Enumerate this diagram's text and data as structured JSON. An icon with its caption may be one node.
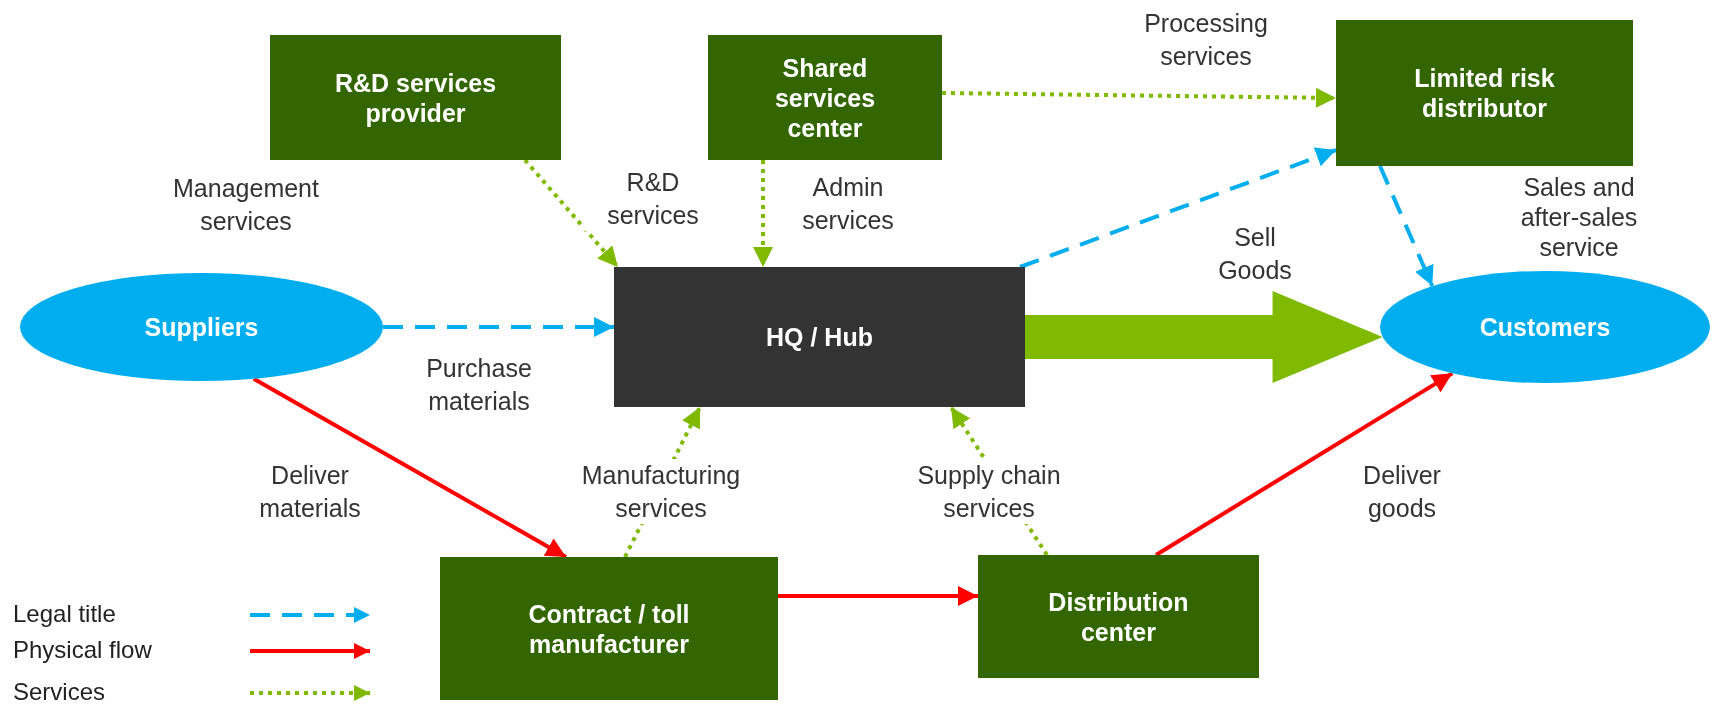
{
  "diagram": {
    "nodes": [
      {
        "text": [
          "R&D services provider"
        ]
      },
      {
        "text": [
          "Shared services center"
        ]
      },
      {
        "text": [
          "Limited risk distributor"
        ]
      },
      {
        "text": [
          "Suppliers"
        ]
      },
      {
        "text": [
          "HQ / Hub"
        ]
      },
      {
        "text": [
          "Customers"
        ]
      },
      {
        "text": [
          "Contract / toll manufacturer"
        ]
      },
      {
        "text": [
          "Distribution center"
        ]
      }
    ],
    "edges": [
      {
        "from": 0,
        "to": 4,
        "arrow": "to",
        "label": "R&D services",
        "style": "dashed"
      },
      {
        "from": 1,
        "to": 4,
        "arrow": "to",
        "label": "Admin services",
        "style": "dashed"
      },
      {
        "from": 1,
        "to": 2,
        "arrow": "to",
        "label": "Processing services",
        "style": "dashed"
      },
      {
        "from": 4,
        "to": 2,
        "arrow": "to",
        "style": "dashed",
        "color": "#00aeef"
      },
      {
        "from": 2,
        "to": 5,
        "arrow": "to",
        "label": "Sales and after-sales service",
        "style": "dashed",
        "color": "#00aeef"
      },
      {
        "from": 3,
        "to": 4,
        "arrow": "to",
        "label": "Purchase materials",
        "style": "dashed",
        "color": "#00aeef"
      },
      {
        "from": 4,
        "to": 5,
        "arrow": "to",
        "label": "Sell Goods",
        "style": "thick"
      },
      {
        "from": 3,
        "to": 6,
        "arrow": "to",
        "label": "Deliver materials",
        "color": "#ff0000"
      },
      {
        "from": 6,
        "to": 4,
        "arrow": "to",
        "label": "Manufacturing services",
        "style": "dashed"
      },
      {
        "from": 7,
        "to": 4,
        "arrow": "to",
        "label": "Supply chain services",
        "style": "dashed"
      },
      {
        "from": 6,
        "to": 7,
        "arrow": "to",
        "color": "#ff0000"
      },
      {
        "from": 7,
        "to": 5,
        "arrow": "to",
        "label": "Deliver goods",
        "color": "#ff0000"
      }
    ],
    "labels": [
      "Management services"
    ],
    "legend": [
      {
        "text": "Legal title"
      },
      {
        "text": "Physical flow"
      },
      {
        "text": "Services"
      }
    ]
  }
}
